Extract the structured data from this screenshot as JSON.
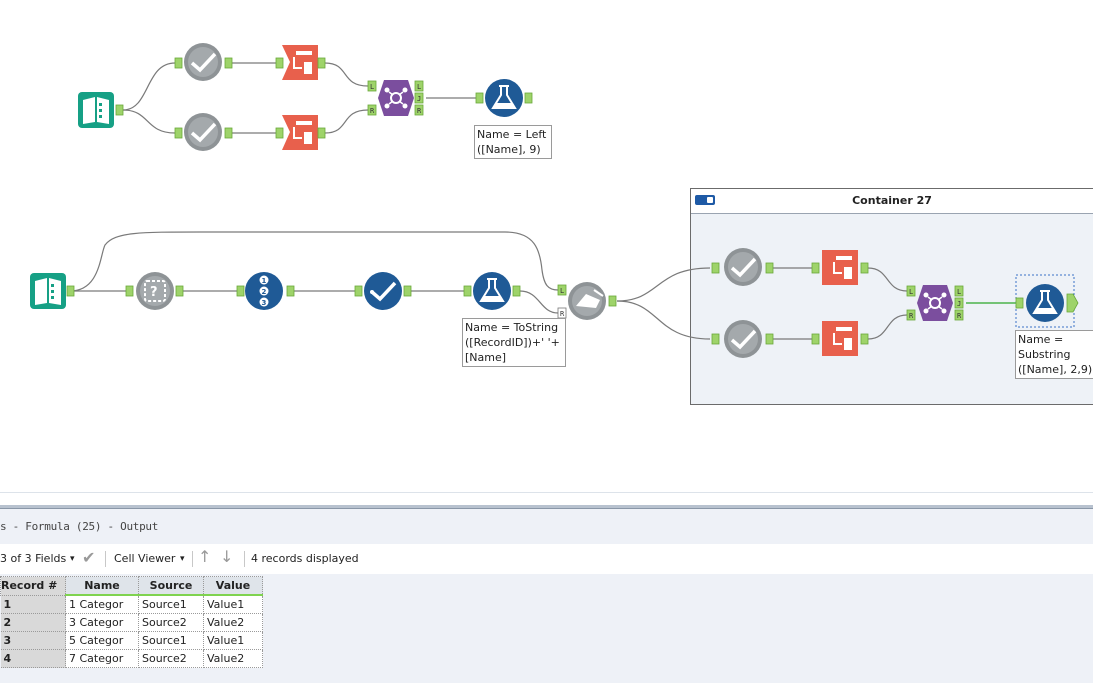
{
  "canvas": {
    "annotations": {
      "top_formula": "Name = Left\n([Name], 9)",
      "mid_formula": "Name = ToString\n([RecordID])+' '+\n[Name]",
      "container_formula": "Name =\nSubstring\n([Name], 2,9)"
    },
    "anchor_labels": {
      "L": "L",
      "J": "J",
      "R": "R"
    },
    "container": {
      "title": "Container 27"
    }
  },
  "results": {
    "title": "s - Formula (25) - Output",
    "toolbar": {
      "fields": "3 of 3 Fields",
      "viewer": "Cell Viewer",
      "records": "4 records displayed"
    },
    "columns": [
      "Record #",
      "Name",
      "Source",
      "Value"
    ],
    "rows": [
      [
        "1",
        "1 Categor",
        "Source1",
        "Value1"
      ],
      [
        "2",
        "3 Categor",
        "Source2",
        "Value2"
      ],
      [
        "3",
        "5 Categor",
        "Source1",
        "Value1"
      ],
      [
        "4",
        "7 Categor",
        "Source2",
        "Value2"
      ]
    ]
  },
  "colors": {
    "input_teal": "#16a085",
    "select_gray": "#8e9396",
    "crosstab_orange": "#e8604c",
    "join_purple": "#7b4e9e",
    "formula_blue": "#1f5a96",
    "anchor_green": "#9ed36a"
  }
}
